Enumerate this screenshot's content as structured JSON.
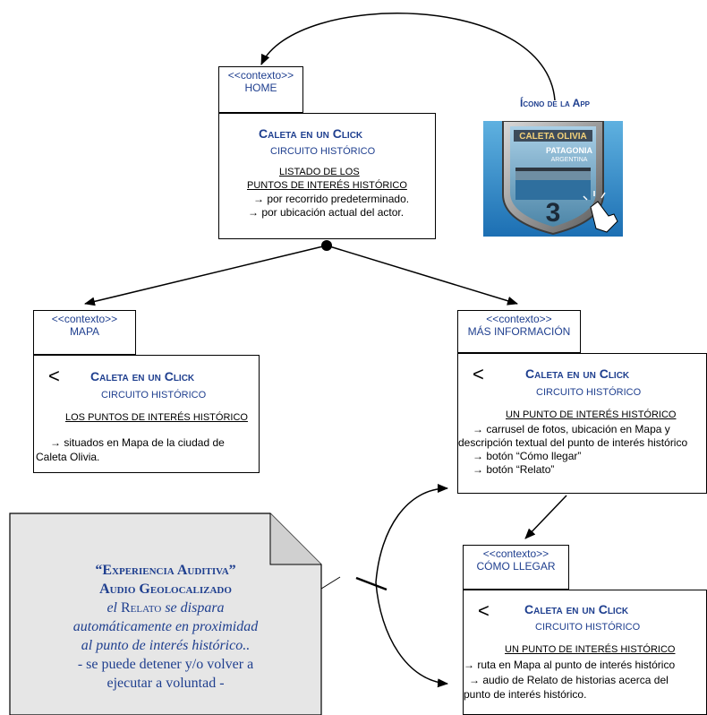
{
  "home": {
    "stereotype": "<<contexto>>",
    "name": "HOME",
    "title": "Caleta en un Click",
    "subtitle": "CIRCUITO HISTÓRICO",
    "heading_1": "LISTADO DE LOS",
    "heading_2": "PUNTOS DE INTERÉS HISTÓRICO",
    "item_1": "→ por recorrido predeterminado.",
    "item_2": "→ por ubicación actual del actor."
  },
  "app_icon": {
    "label": "Ícono de la App",
    "banner_1": "CALETA OLIVIA",
    "banner_2": "PATAGONIA",
    "banner_3": "ARGENTINA",
    "number": "3"
  },
  "mapa": {
    "stereotype": "<<contexto>>",
    "name": "MAPA",
    "back": "<",
    "title": "Caleta en un Click",
    "subtitle": "CIRCUITO HISTÓRICO",
    "heading": "LOS PUNTOS DE INTERÉS HISTÓRICO",
    "line_1": "→ situados en Mapa de la ciudad de",
    "line_2": "Caleta Olivia."
  },
  "mas_info": {
    "stereotype": "<<contexto>>",
    "name": "MÁS INFORMACIÓN",
    "back": "<",
    "title": "Caleta en un Click",
    "subtitle": "CIRCUITO HISTÓRICO",
    "heading": "UN PUNTO DE INTERÉS HISTÓRICO",
    "line_1": "→ carrusel de fotos, ubicación en Mapa y",
    "line_2": "descripción textual del punto de interés histórico",
    "line_3": "→ botón “Cómo llegar”",
    "line_4": "→ botón “Relato”"
  },
  "como_llegar": {
    "stereotype": "<<contexto>>",
    "name": "CÓMO LLEGAR",
    "back": "<",
    "title": "Caleta en un Click",
    "subtitle": "CIRCUITO HISTÓRICO",
    "heading": "UN PUNTO DE INTERÉS HISTÓRICO",
    "line_1": "→ ruta en Mapa al punto de interés histórico",
    "line_2": "→ audio de Relato de historias acerca del",
    "line_3": "punto de interés histórico."
  },
  "note": {
    "line_1": "“Experiencia Auditiva”",
    "line_2": "Audio Geolocalizado",
    "line_3a": "el",
    "line_3b": "Relato",
    "line_3c": "se dispara",
    "line_4": "automáticamente en proximidad",
    "line_5": "al punto de interés histórico..",
    "line_6": "- se puede detener y/o volver a",
    "line_7": "ejecutar a voluntad -"
  },
  "colors": {
    "text_blue": "#1f3f8f",
    "note_fill": "#e6e6e6"
  }
}
